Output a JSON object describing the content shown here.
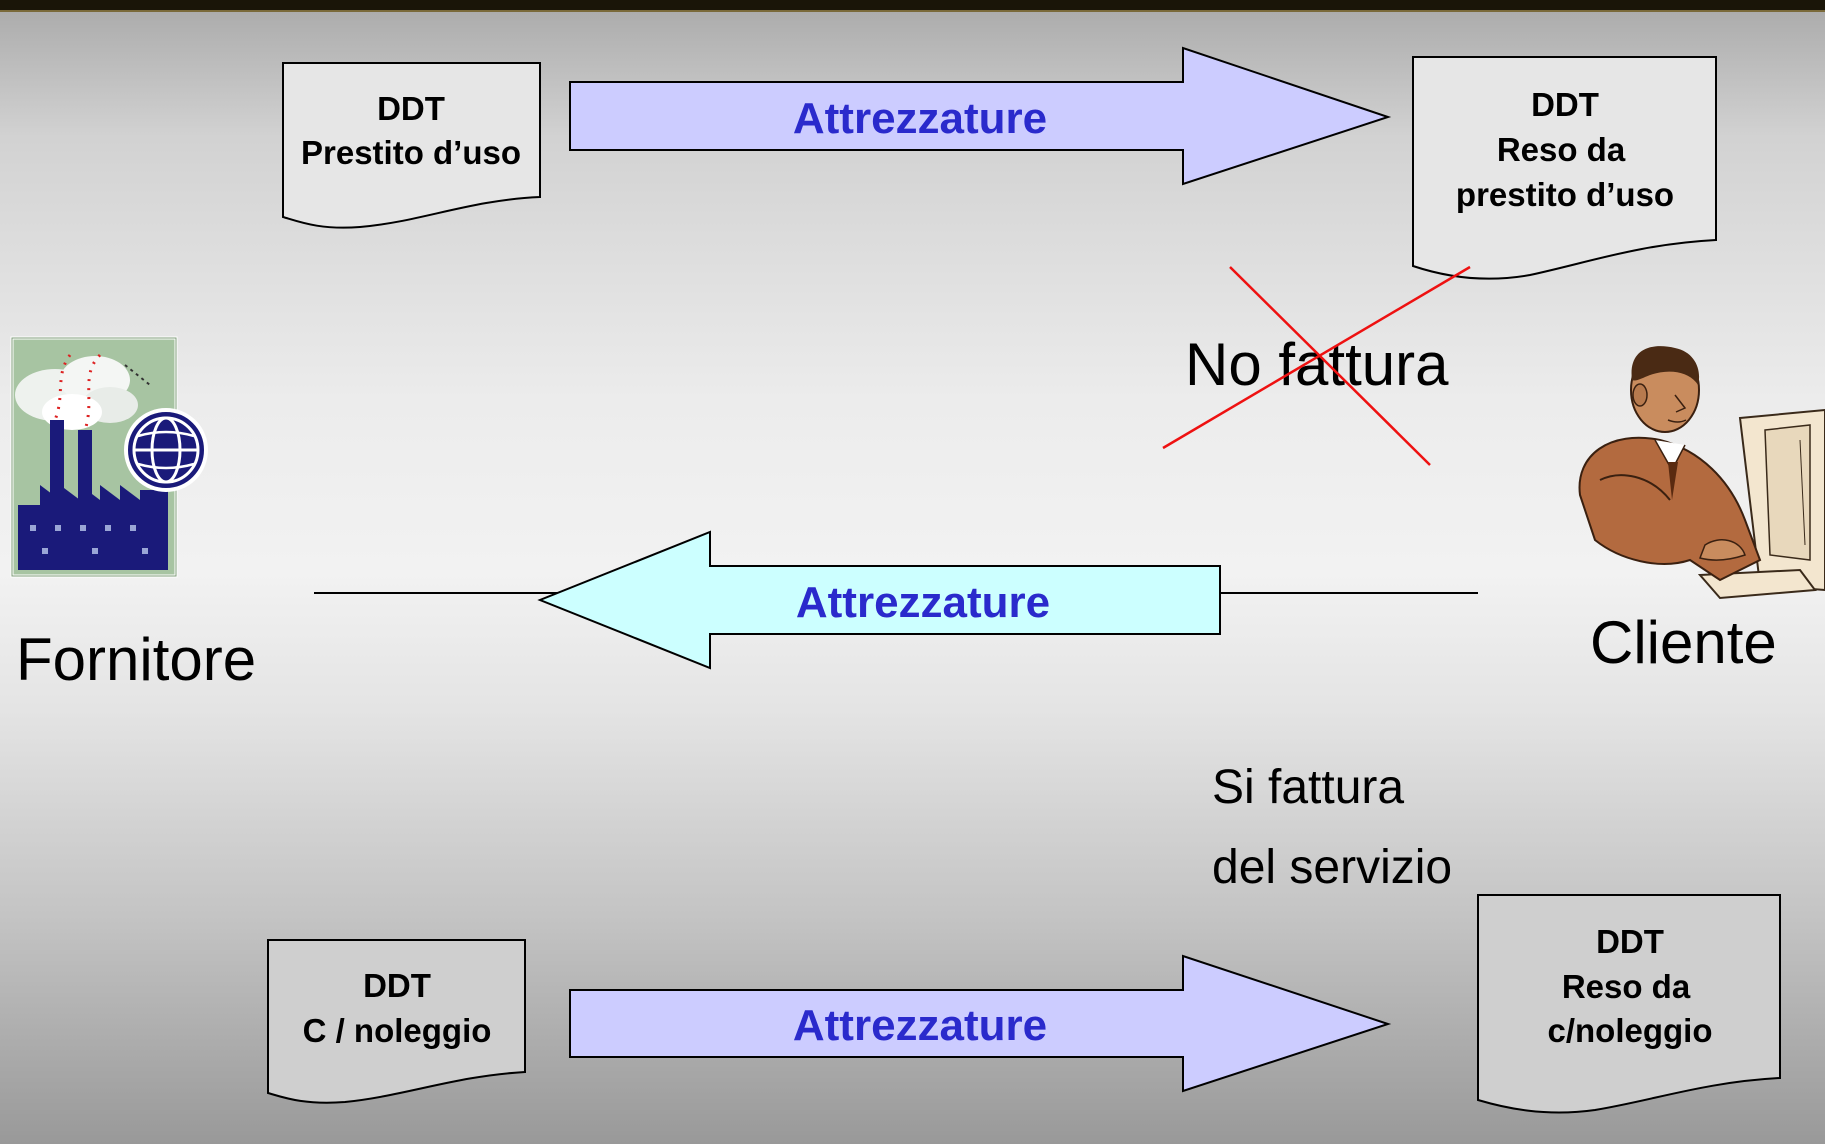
{
  "documents": {
    "doc_prestito": {
      "line1": "DDT",
      "line2": "Prestito d’uso"
    },
    "doc_reso_prestito": {
      "line1": "DDT",
      "line2": "Reso da",
      "line3": "prestito d’uso"
    },
    "doc_noleggio": {
      "line1": "DDT",
      "line2": "C / noleggio"
    },
    "doc_reso_noleggio": {
      "line1": "DDT",
      "line2": "Reso da",
      "line3": "c/noleggio"
    }
  },
  "arrows": {
    "top": {
      "label": "Attrezzature",
      "fill": "#ccccff"
    },
    "middle": {
      "label": "Attrezzature",
      "fill": "#ccffff"
    },
    "bottom": {
      "label": "Attrezzature",
      "fill": "#ccccff"
    }
  },
  "actors": {
    "fornitore": {
      "label": "Fornitore"
    },
    "cliente": {
      "label": "Cliente"
    }
  },
  "notes": {
    "no_fattura": "No fattura",
    "si_fattura_line1": "Si fattura",
    "si_fattura_line2": "del servizio"
  },
  "colors": {
    "cross": "#ee1111",
    "arrow_text": "#2a2acc"
  }
}
